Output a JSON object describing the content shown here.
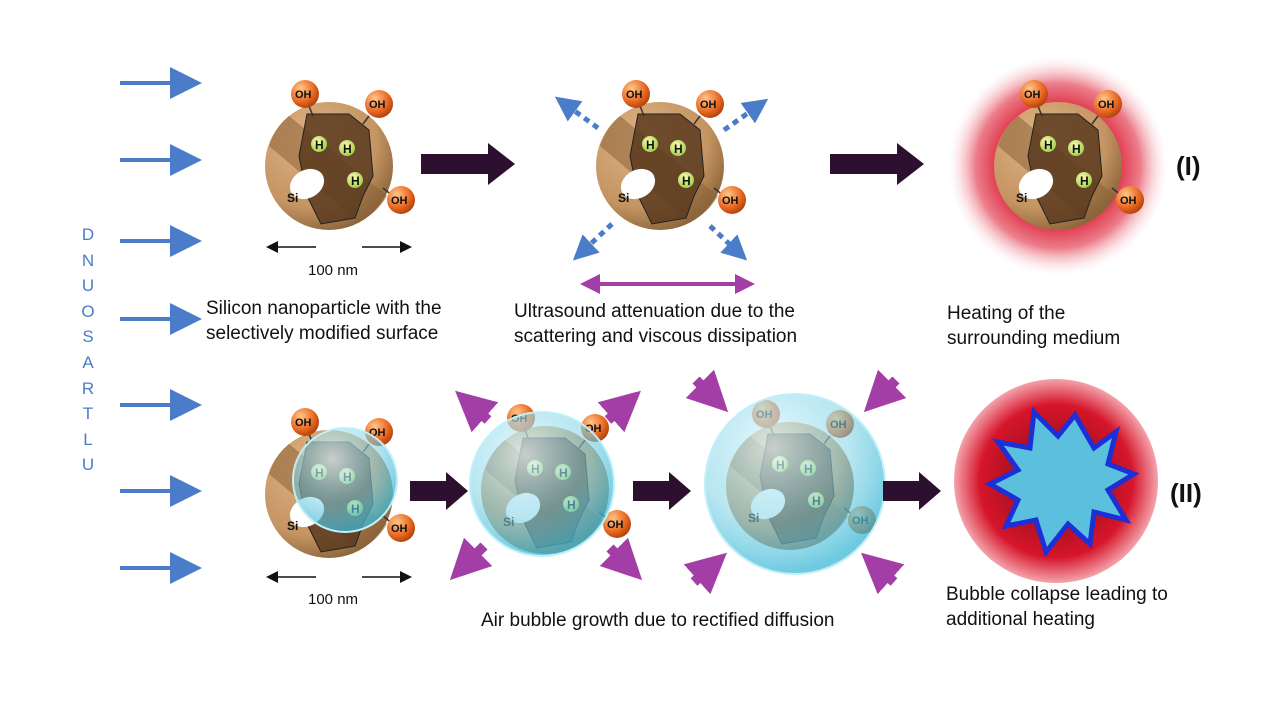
{
  "labels": {
    "ultrasound": "ULTRASOUND",
    "scale": "100 nm",
    "si": "Si",
    "oh": "OH",
    "h": "H",
    "row1": "(I)",
    "row2": "(II)"
  },
  "captions": {
    "nanoparticle": [
      "Silicon nanoparticle with the",
      "selectively modified surface"
    ],
    "attenuation": [
      "Ultrasound attenuation due to the",
      "scattering and viscous dissipation"
    ],
    "heating": [
      "Heating of the",
      "surrounding medium"
    ],
    "bubble_growth": [
      "Air bubble growth due to rectified diffusion"
    ],
    "collapse": [
      "Bubble collapse leading to",
      "additional heating"
    ]
  },
  "colors": {
    "ultrasound_arrow": "#4a7cc9",
    "process_arrow": "#2d0f2f",
    "magenta_arrow": "#a33ea6",
    "particle": "#c49462",
    "heat": "#d9132a",
    "bubble": "#7fd2e6",
    "star_fill": "#5bc0de",
    "star_stroke": "#1d2fd6",
    "oh_bead": "#e8661f"
  }
}
